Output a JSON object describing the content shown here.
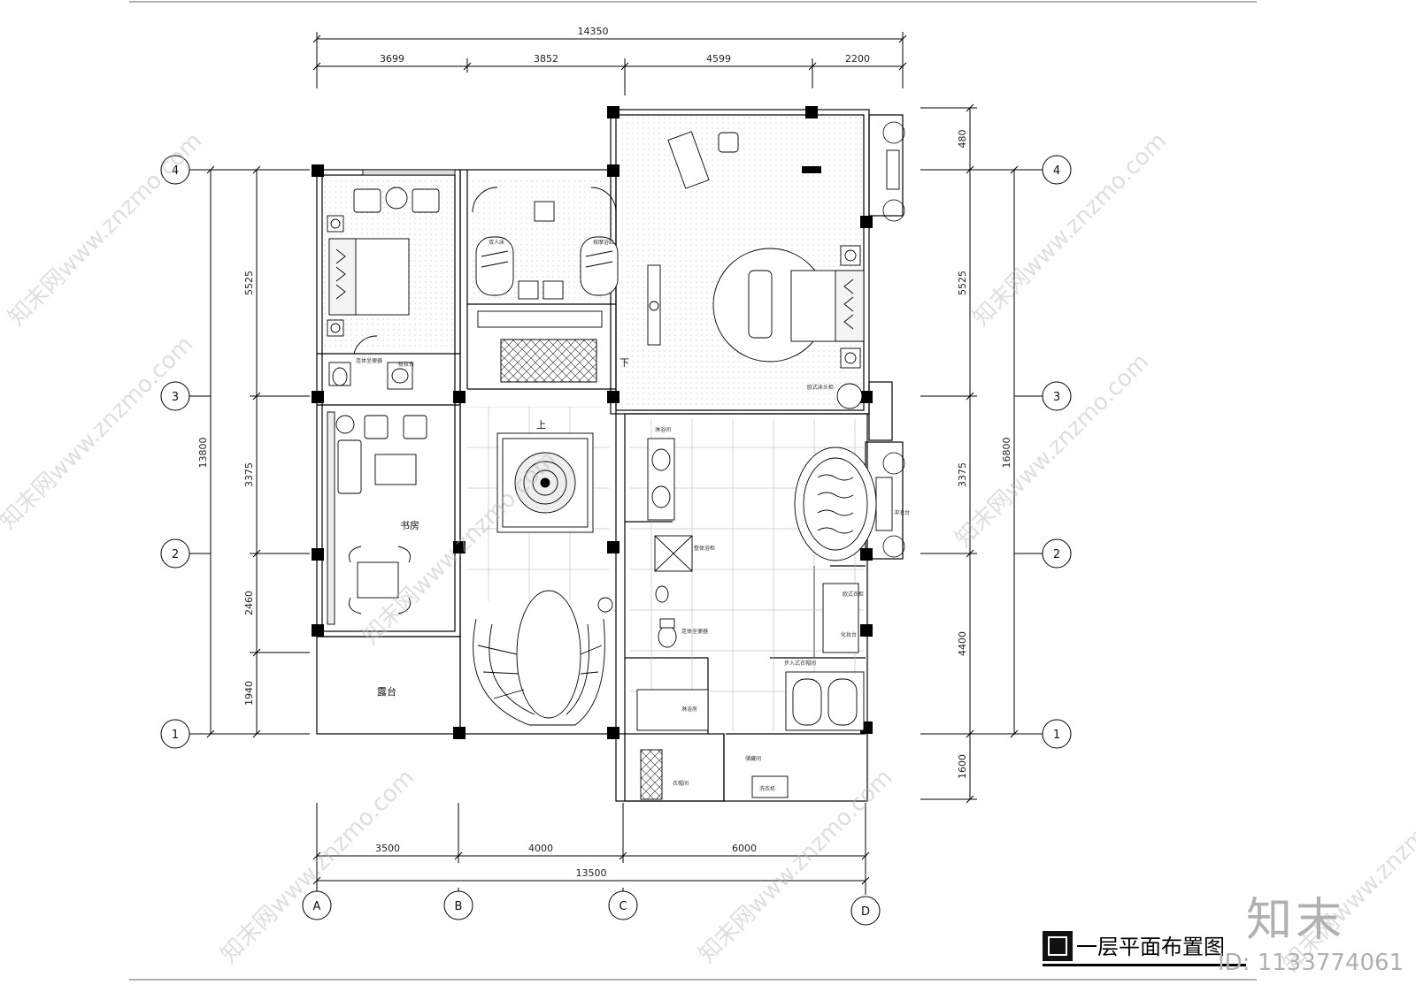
{
  "title": "一层平面布置图",
  "brand": "知末",
  "doc_id": "ID: 1133774061",
  "watermark": "知末网www.znzmo.com",
  "top_dims": {
    "total": "14350",
    "segments": [
      "3699",
      "3852",
      "4599",
      "2200"
    ]
  },
  "bottom_dims": {
    "total": "13500",
    "segments": [
      "3500",
      "4000",
      "6000"
    ]
  },
  "left_dims": {
    "total": "13800",
    "segments": [
      "5525",
      "3375",
      "2460",
      "1940"
    ]
  },
  "right_dims": {
    "total": "16800",
    "segments": [
      "480",
      "5525",
      "3375",
      "4400",
      "1600"
    ]
  },
  "grid_rows": [
    "4",
    "3",
    "2",
    "1"
  ],
  "grid_cols": [
    "A",
    "B",
    "C",
    "D"
  ],
  "rooms": {
    "study": "书房",
    "terrace": "露台",
    "up": "上",
    "down": "下",
    "pool": "冲浪台"
  },
  "notes": {
    "n1": "双人床",
    "n2": "按摩浴缸",
    "n3": "整体浴柜",
    "n4": "连体坐便器",
    "n5": "欧式床头柜",
    "n6": "欧式衣柜",
    "n7": "淋浴房",
    "n8": "衣帽间",
    "n9": "步入式衣帽间",
    "n10": "化妆台",
    "n11": "洗衣机",
    "n12": "储藏间",
    "n13": "梳妆台",
    "n14": "淋浴间"
  }
}
